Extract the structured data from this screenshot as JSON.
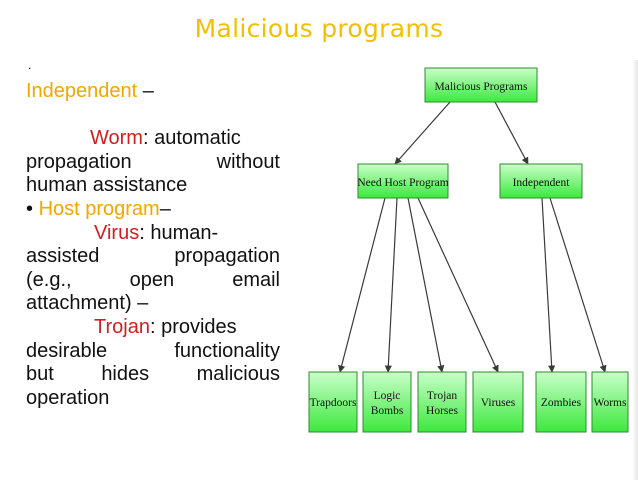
{
  "slide": {
    "title": "Malicious programs",
    "bullet_mark": "."
  },
  "text": {
    "l1_kw": "Independent",
    "l1_rest": " –",
    "l2_kw": "Worm",
    "l2_rest": ": automatic",
    "l3": "propagation without",
    "l4": "human assistance",
    "l5_bullet": "• ",
    "l5_kw": "Host program",
    "l5_rest": "–",
    "l6_kw": "Virus",
    "l6_rest": ": human-",
    "l7": "assisted propagation",
    "l8": "(e.g., open email",
    "l9": "attachment) –",
    "l10_kw": "Trojan",
    "l10_rest": ": provides",
    "l11": "desirable functionality",
    "l12": "but hides malicious",
    "l13": "operation"
  },
  "tree": {
    "root": "Malicious Programs",
    "host": "Need Host Program",
    "indep": "Independent",
    "leaves": {
      "trapdoors": "Trapdoors",
      "logic_1": "Logic",
      "logic_2": "Bombs",
      "trojan_1": "Trojan",
      "trojan_2": "Horses",
      "viruses": "Viruses",
      "zombies": "Zombies",
      "worms": "Worms"
    }
  },
  "colors": {
    "title": "#f2c000",
    "keyword_yellow": "#f2a600",
    "keyword_red": "#d21e1e",
    "node_fill_top": "#c8ffc8",
    "node_fill_bottom": "#3ee83e",
    "node_stroke": "#2e8b2e"
  }
}
